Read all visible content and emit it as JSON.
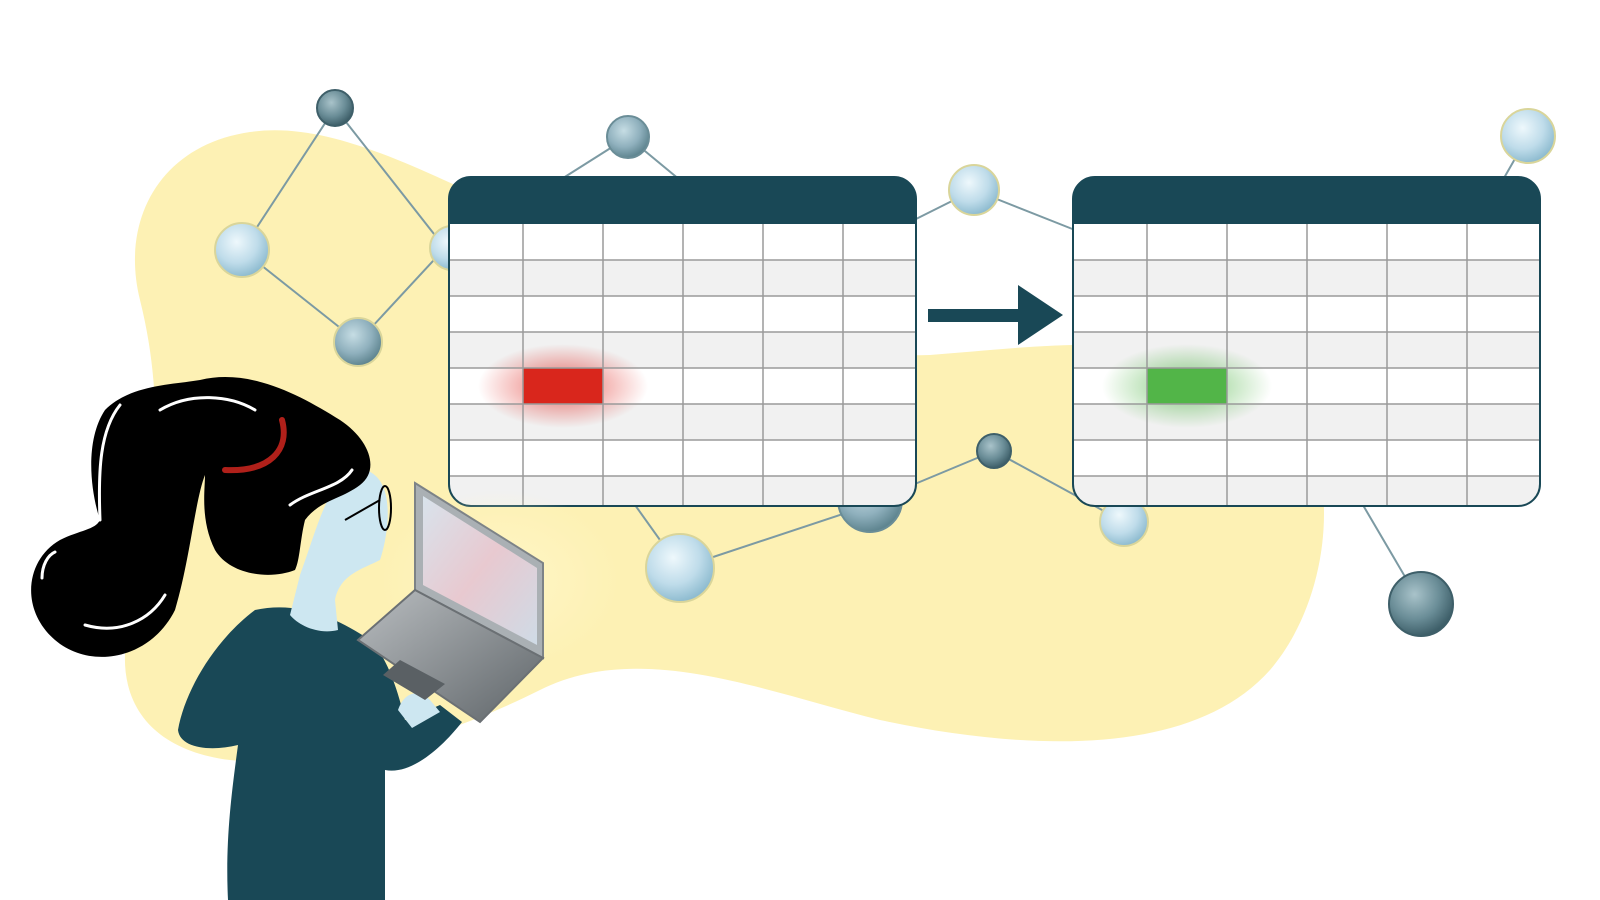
{
  "colors": {
    "background": "#ffffff",
    "blob": "#fdf1b4",
    "table_header": "#194856",
    "table_border": "#194856",
    "grid_line": "#9a9a9a",
    "row_alt": "#f1f1f1",
    "error_cell": "#d9261c",
    "fixed_cell": "#52b548",
    "arrow": "#194856",
    "node_light": "#bfdcea",
    "node_mid": "#8fb0bd",
    "node_dark": "#5f8590",
    "edge": "#7c9aa3",
    "hair": "#000000",
    "hair_tie": "#b0201a",
    "skin": "#cde7f1",
    "shirt": "#194856",
    "laptop": "#8a8f93"
  },
  "tables": [
    {
      "highlight": {
        "row": 4,
        "col": 1,
        "state": "error"
      }
    },
    {
      "highlight": {
        "row": 4,
        "col": 1,
        "state": "fixed"
      }
    }
  ]
}
